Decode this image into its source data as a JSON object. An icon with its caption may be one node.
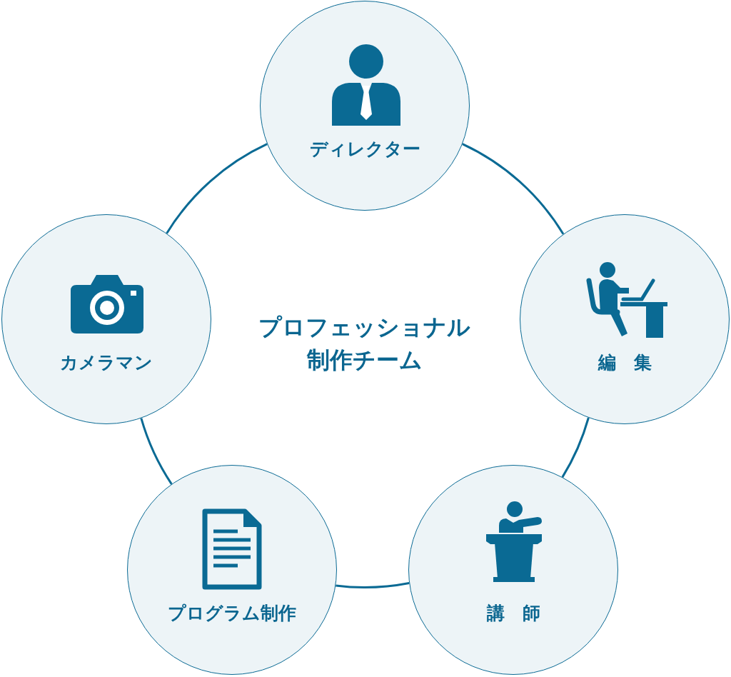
{
  "diagram": {
    "nodes": [
      {
        "text": [
          "プロフェッショナル制作チーム"
        ]
      },
      {
        "text": [
          "ディレクター"
        ]
      },
      {
        "text": [
          "カメラマン"
        ]
      },
      {
        "text": [
          "編集"
        ]
      },
      {
        "text": [
          "プログラム制作"
        ]
      },
      {
        "text": [
          "講師"
        ]
      }
    ],
    "edges": [
      {
        "from": 1,
        "to": 3,
        "arrow": "none"
      },
      {
        "from": 3,
        "to": 5,
        "arrow": "none"
      },
      {
        "from": 5,
        "to": 4,
        "arrow": "none"
      },
      {
        "from": 4,
        "to": 2,
        "arrow": "none"
      },
      {
        "from": 2,
        "to": 1,
        "arrow": "none"
      }
    ]
  }
}
